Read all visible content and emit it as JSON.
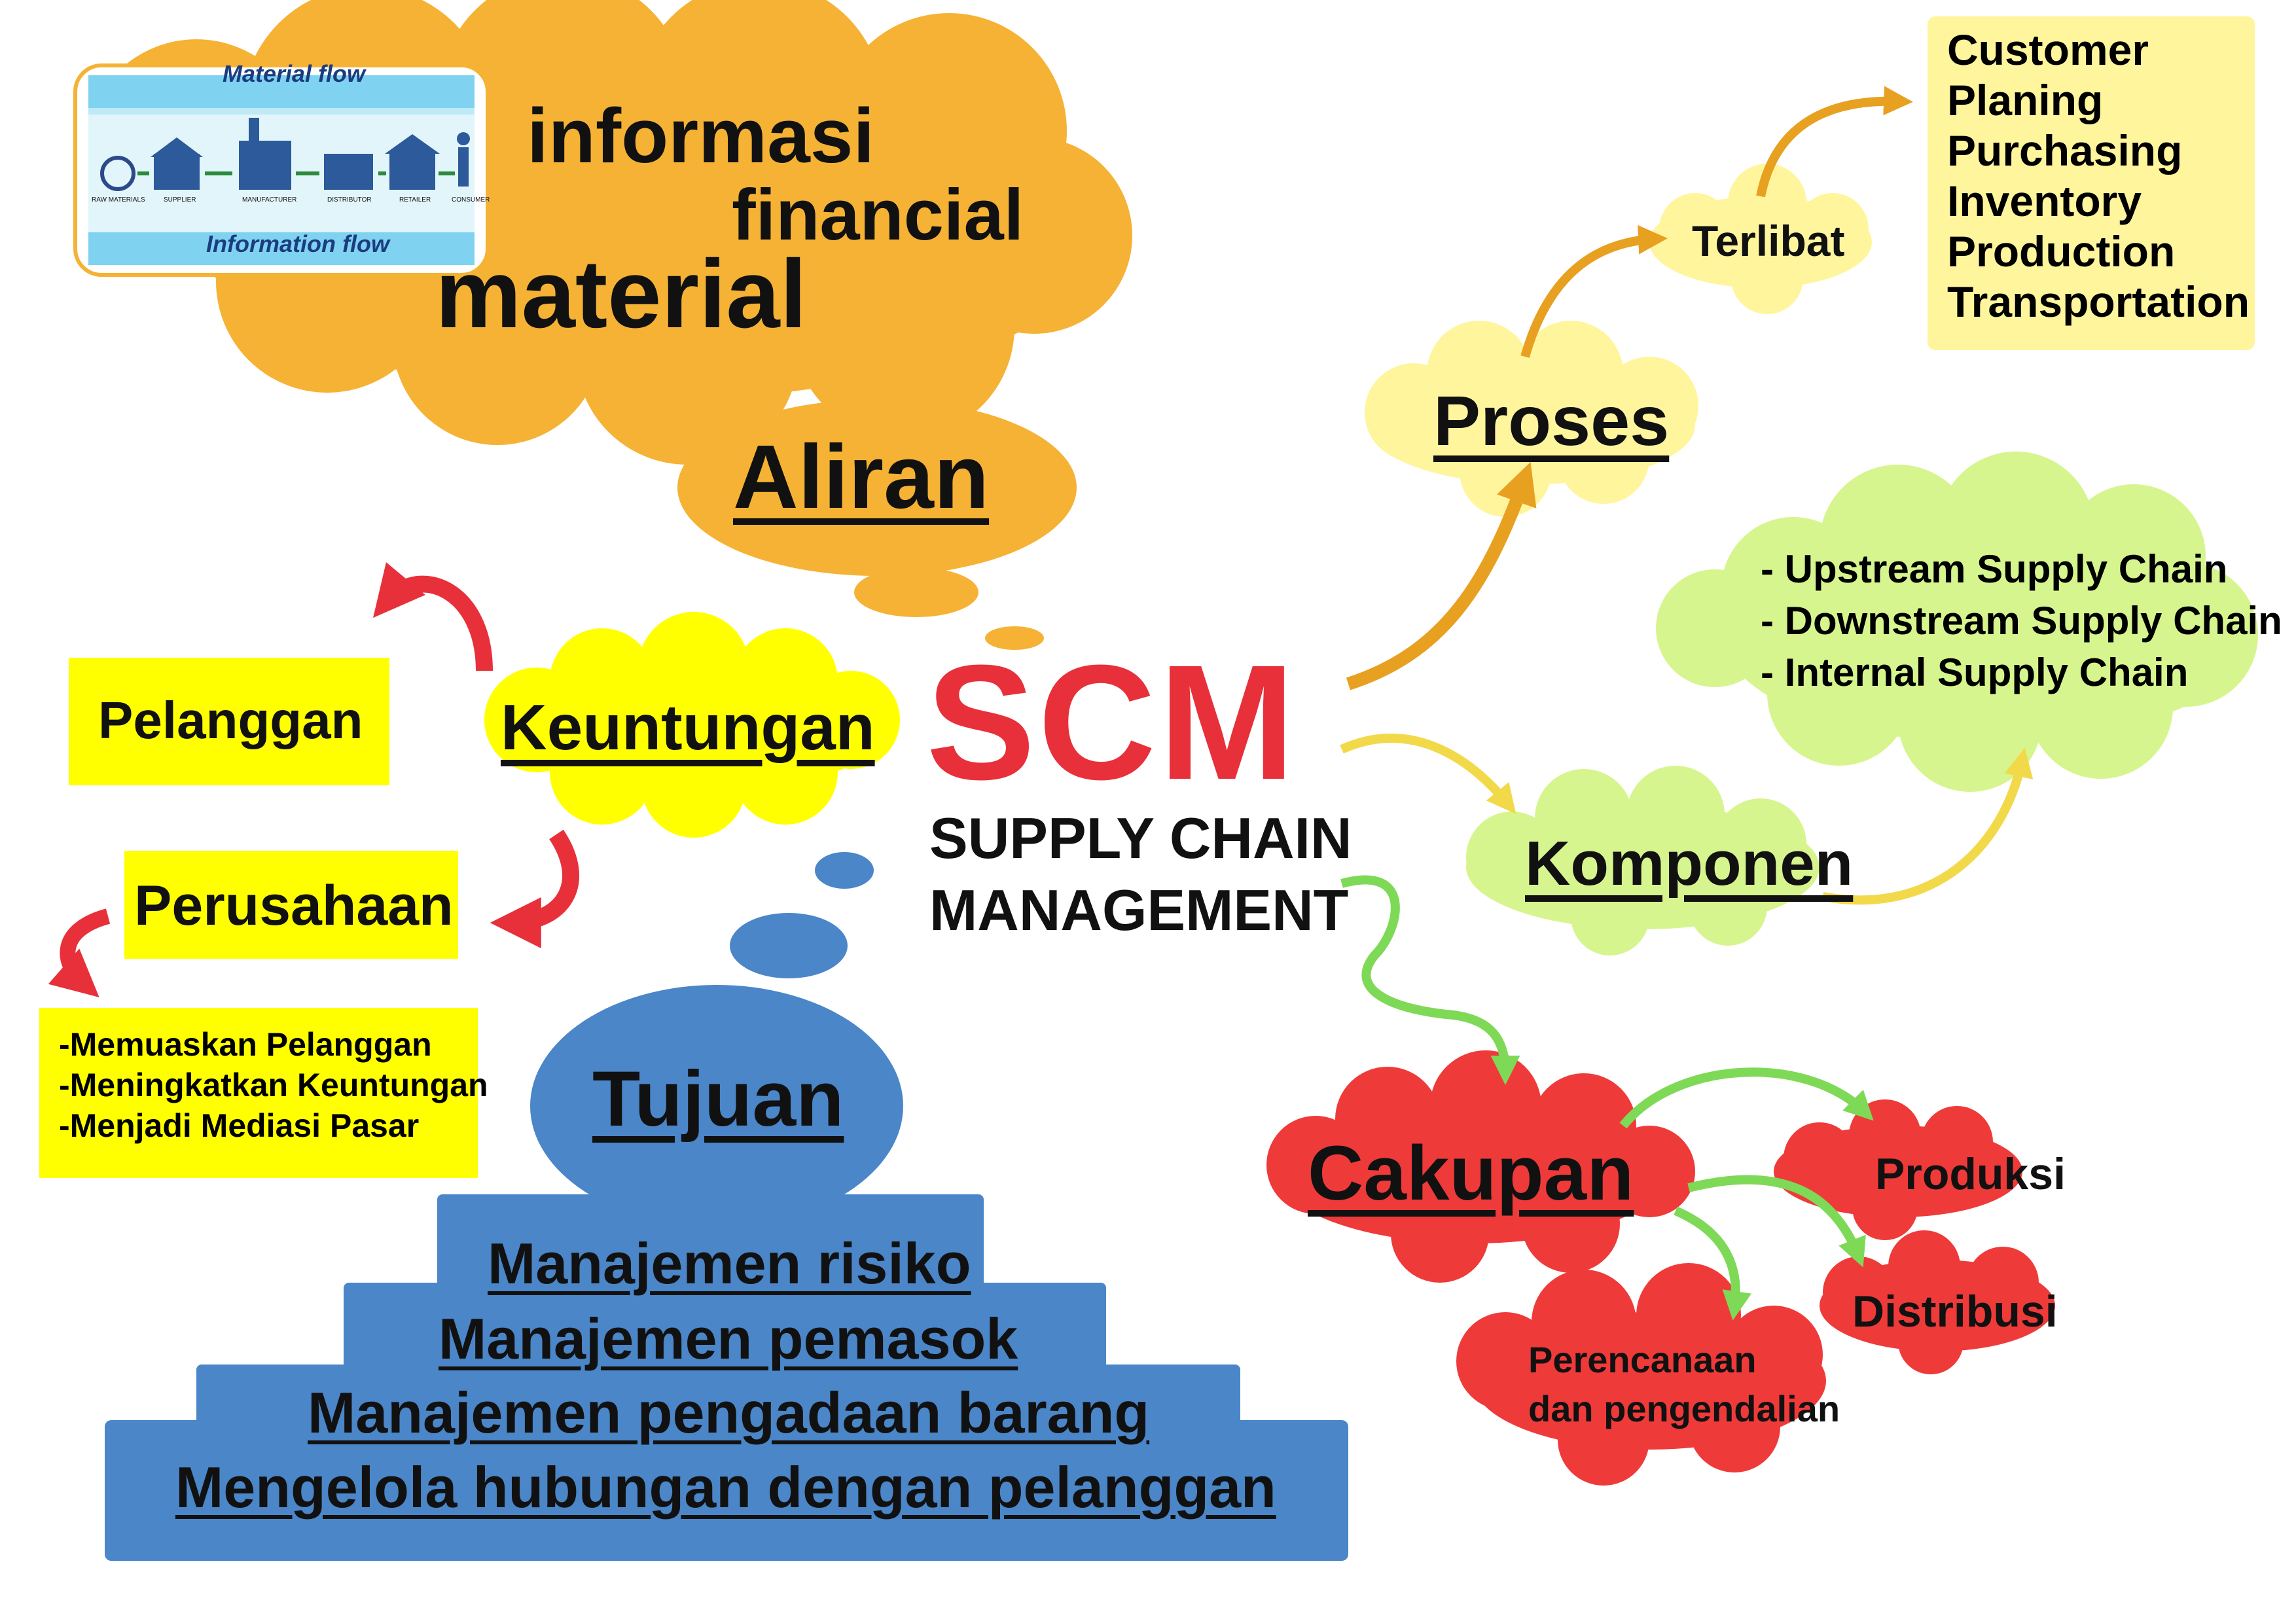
{
  "colors": {
    "orange": "#F5B234",
    "yellow": "#FFFF00",
    "pale_yellow": "#FFF59D",
    "light_green": "#D7F58E",
    "red": "#EF3A3A",
    "blue": "#4A86C8",
    "scm_red": "#E8303A"
  },
  "center": {
    "title": "SCM",
    "subtitle_line1": "SUPPLY CHAIN",
    "subtitle_line2": "MANAGEMENT"
  },
  "flow_image": {
    "material_flow": "Material flow",
    "information_flow": "Information flow",
    "stages": [
      "RAW MATERIALS",
      "SUPPLIER",
      "MANUFACTURER",
      "DISTRIBUTOR",
      "RETAILER",
      "CONSUMER"
    ]
  },
  "aliran": {
    "label": "Aliran",
    "items": [
      "informasi",
      "financial",
      "material"
    ]
  },
  "keuntungan": {
    "label": "Keuntungan",
    "pelanggan": "Pelanggan",
    "perusahaan": "Perusahaan",
    "details": [
      "-Memuaskan Pelanggan",
      "-Meningkatkan Keuntungan",
      "-Menjadi Mediasi Pasar"
    ]
  },
  "tujuan": {
    "label": "Tujuan",
    "steps": [
      "Manajemen risiko",
      "Manajemen pemasok",
      "Manajemen pengadaan barang",
      "Mengelola hubungan dengan pelanggan"
    ]
  },
  "proses": {
    "label": "Proses",
    "terlibat": "Terlibat",
    "involved": [
      "Customer",
      "Planing",
      "Purchasing",
      "Inventory",
      "Production",
      "Transportation"
    ]
  },
  "komponen": {
    "label": "Komponen",
    "items": [
      "- Upstream Supply Chain",
      "- Downstream Supply Chain",
      "- Internal Supply Chain"
    ]
  },
  "cakupan": {
    "label": "Cakupan",
    "produksi": "Produksi",
    "distribusi": "Distribusi",
    "perencanaan_line1": "Perencanaan",
    "perencanaan_line2": "dan pengendalian"
  }
}
